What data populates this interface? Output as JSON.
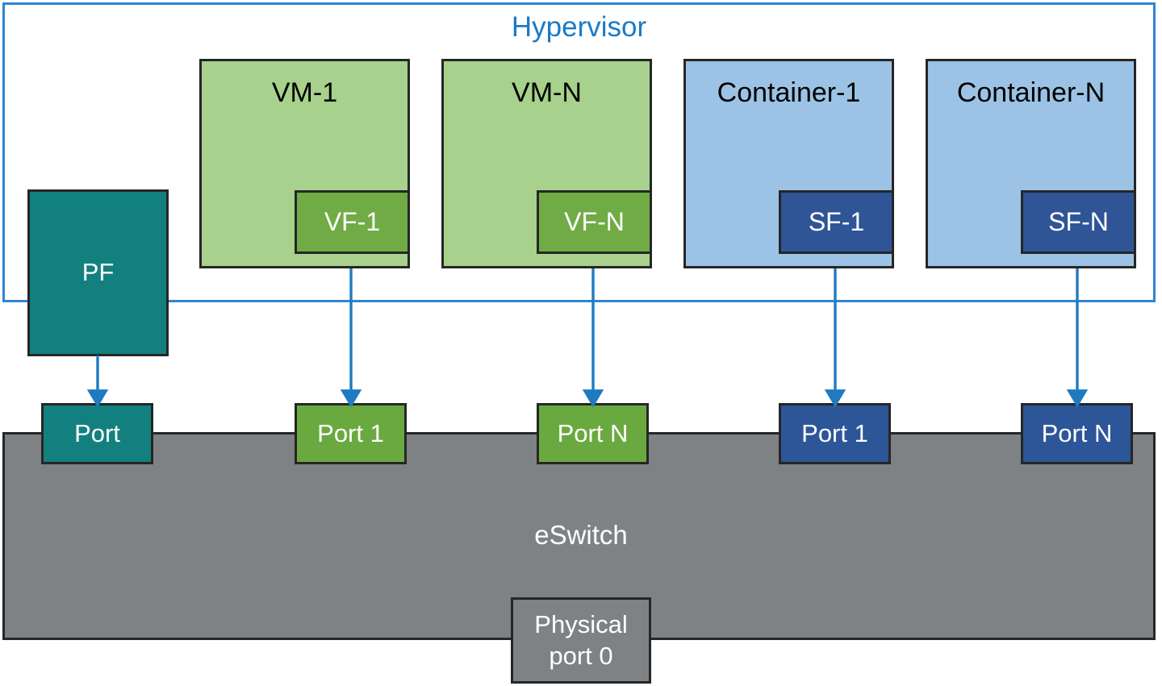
{
  "diagram": {
    "title": "Hypervisor",
    "title_color": "#1b7ac7",
    "eswitch_label": "eSwitch",
    "physical_port_label": "Physical\nport 0",
    "pf_label": "PF",
    "colors": {
      "hypervisor_border": "#2e86d0",
      "vm_fill": "#a7d18c",
      "vf_fill": "#70ab46",
      "container_fill": "#9cc3e5",
      "sf_fill": "#2f5597",
      "pf_fill": "#12807f",
      "eswitch_fill": "#7f8285",
      "port_green_fill": "#6aa940",
      "port_blue_fill": "#2c5697",
      "port_teal_fill": "#12807f",
      "arrow": "#1f7bc1",
      "box_border": "#262626"
    },
    "guests": [
      {
        "label": "VM-1",
        "function_label": "VF-1",
        "kind": "vm"
      },
      {
        "label": "VM-N",
        "function_label": "VF-N",
        "kind": "vm"
      },
      {
        "label": "Container-1",
        "function_label": "SF-1",
        "kind": "container"
      },
      {
        "label": "Container-N",
        "function_label": "SF-N",
        "kind": "container"
      }
    ],
    "ports": [
      {
        "label": "Port",
        "kind": "teal"
      },
      {
        "label": "Port 1",
        "kind": "green"
      },
      {
        "label": "Port N",
        "kind": "green"
      },
      {
        "label": "Port 1",
        "kind": "blue"
      },
      {
        "label": "Port N",
        "kind": "blue"
      }
    ]
  }
}
